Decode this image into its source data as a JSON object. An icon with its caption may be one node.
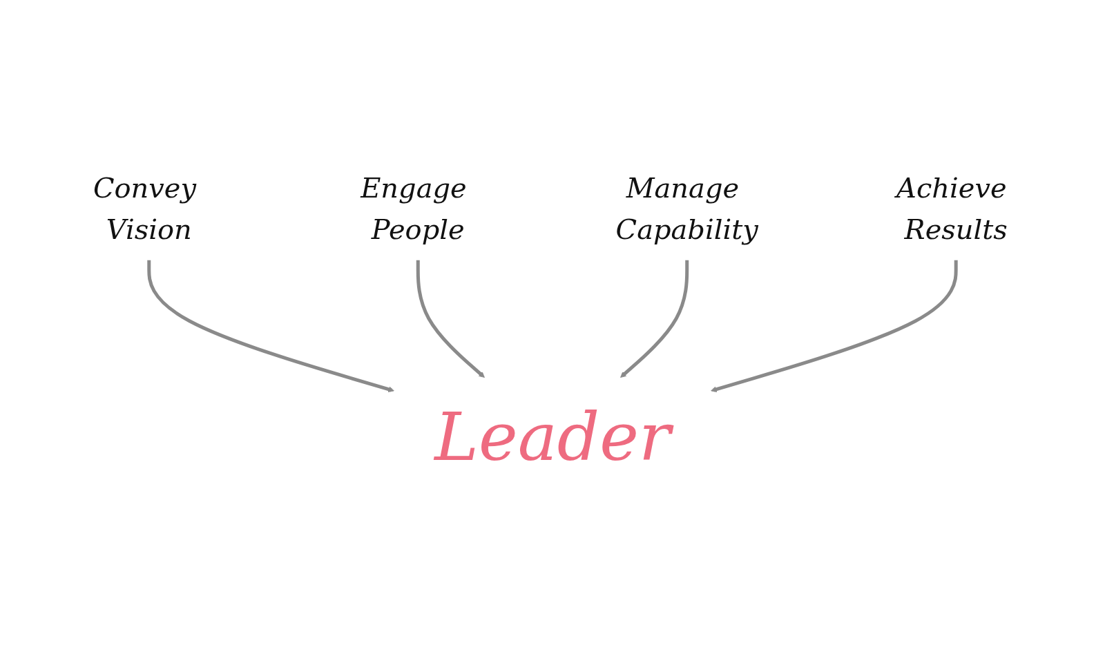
{
  "diagram": {
    "nodes": [
      {
        "text": [
          "Convey Vision"
        ]
      },
      {
        "text": [
          "Engage People"
        ]
      },
      {
        "text": [
          "Manage Capability"
        ]
      },
      {
        "text": [
          "Achieve Results"
        ]
      },
      {
        "text": [
          "Leader"
        ]
      }
    ],
    "edges": [
      {
        "from": 0,
        "to": 4,
        "arrow": "to"
      },
      {
        "from": 1,
        "to": 4,
        "arrow": "to"
      },
      {
        "from": 2,
        "to": 4,
        "arrow": "to"
      },
      {
        "from": 3,
        "to": 4,
        "arrow": "to"
      }
    ]
  }
}
